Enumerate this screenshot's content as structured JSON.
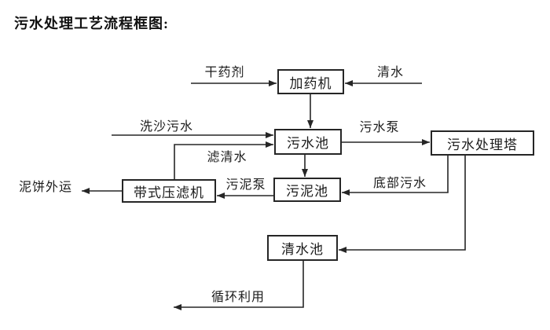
{
  "page": {
    "title": "污水处理工艺流程框图:"
  },
  "nodes": {
    "dosing_machine": "加药机",
    "sewage_pool": "污水池",
    "sewage_treatment_tower": "污水处理塔",
    "sludge_pool": "污泥池",
    "belt_filter_press": "带式压滤机",
    "clean_water_pool": "清水池"
  },
  "edges": {
    "dry_agent": "干药剂",
    "clean_water": "清水",
    "sand_washing_sewage": "洗沙污水",
    "filtered_water": "滤清水",
    "sewage_pump": "污水泵",
    "bottom_sewage": "底部污水",
    "sludge_pump": "污泥泵",
    "mud_cake_out": "泥饼外运",
    "recycle_use": "循环利用"
  },
  "flows": [
    {
      "from": null,
      "to": "加药机",
      "label": "干药剂"
    },
    {
      "from": null,
      "to": "加药机",
      "label": "清水"
    },
    {
      "from": "加药机",
      "to": "污水池",
      "label": ""
    },
    {
      "from": null,
      "to": "污水池",
      "label": "洗沙污水"
    },
    {
      "from": "带式压滤机",
      "to": "污水池",
      "label": "滤清水"
    },
    {
      "from": "污水池",
      "to": "污水处理塔",
      "label": "污水泵"
    },
    {
      "from": "污水池",
      "to": "污泥池",
      "label": ""
    },
    {
      "from": "污水处理塔",
      "to": "污泥池",
      "label": "底部污水"
    },
    {
      "from": "污泥池",
      "to": "带式压滤机",
      "label": "污泥泵"
    },
    {
      "from": "带式压滤机",
      "to": null,
      "label": "泥饼外运"
    },
    {
      "from": "污水处理塔",
      "to": "清水池",
      "label": ""
    },
    {
      "from": "清水池",
      "to": null,
      "label": "循环利用"
    }
  ],
  "colors": {
    "line": "#262626",
    "background": "#ffffff",
    "text": "#1c1c1c"
  }
}
